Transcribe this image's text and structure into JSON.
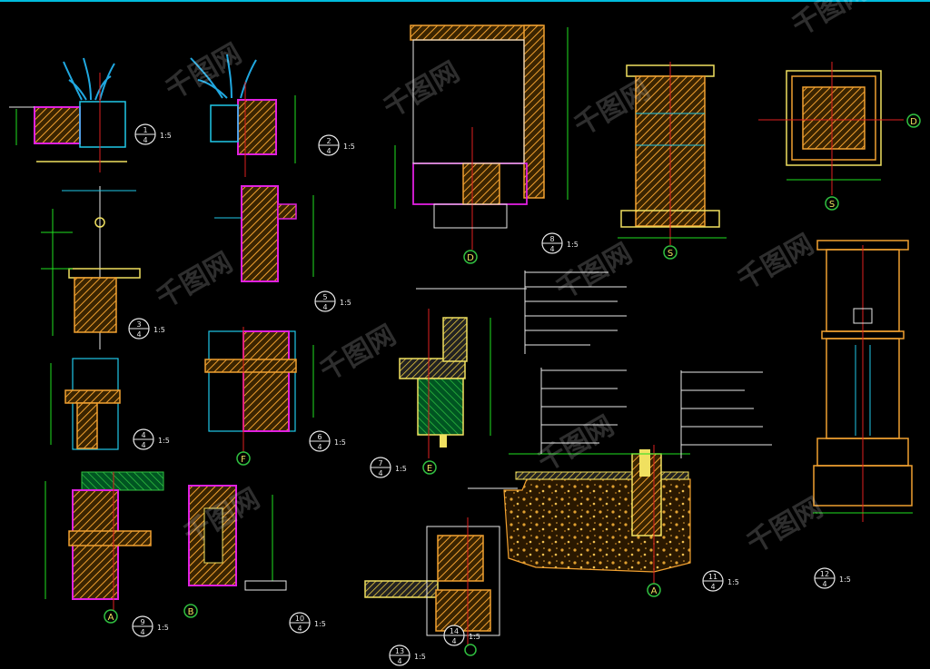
{
  "colors": {
    "background": "#000000",
    "frame_line": "#00bcd4",
    "hatch_orange": "#f0a030",
    "outline_yellow": "#f0e060",
    "dim_green": "#20e020",
    "axis_red": "#e02020",
    "cyan": "#20c8e8",
    "magenta": "#e020e0",
    "white": "#e8e8e8",
    "concrete_green": "#30c040"
  },
  "watermark": {
    "text": "千图网",
    "opacity": 0.18
  },
  "grid_markers": [
    "D",
    "S",
    "D",
    "S",
    "E",
    "F",
    "A",
    "B",
    "A"
  ],
  "detail_callouts": [
    {
      "top": "1",
      "bottom": "4",
      "scale": "1:5"
    },
    {
      "top": "2",
      "bottom": "4",
      "scale": "1:5"
    },
    {
      "top": "3",
      "bottom": "4",
      "scale": "1:5"
    },
    {
      "top": "4",
      "bottom": "4",
      "scale": "1:5"
    },
    {
      "top": "5",
      "bottom": "4",
      "scale": "1:5"
    },
    {
      "top": "6",
      "bottom": "4",
      "scale": "1:5"
    },
    {
      "top": "7",
      "bottom": "4",
      "scale": "1:5"
    },
    {
      "top": "8",
      "bottom": "4",
      "scale": "1:5"
    },
    {
      "top": "9",
      "bottom": "4",
      "scale": "1:5"
    },
    {
      "top": "10",
      "bottom": "4",
      "scale": "1:5"
    },
    {
      "top": "11",
      "bottom": "4",
      "scale": "1:5"
    },
    {
      "top": "12",
      "bottom": "4",
      "scale": "1:5"
    },
    {
      "top": "13",
      "bottom": "4",
      "scale": "1:5"
    },
    {
      "top": "14",
      "bottom": "4",
      "scale": "1:5"
    }
  ],
  "drawing_titles": [
    "剖面 1:5",
    "剖面 1:5"
  ]
}
